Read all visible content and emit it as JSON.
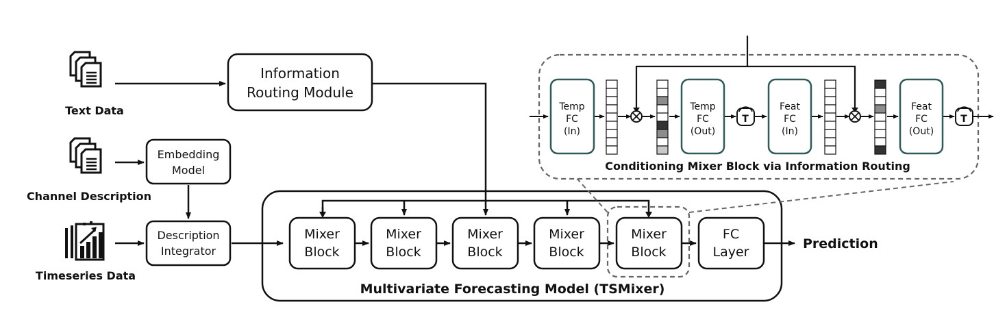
{
  "inputs": {
    "text_data": "Text Data",
    "channel_description": "Channel Description",
    "timeseries_data": "Timeseries Data"
  },
  "modules": {
    "info_routing": [
      "Information",
      "Routing Module"
    ],
    "embedding_model": [
      "Embedding",
      "Model"
    ],
    "description_integrator": [
      "Description",
      "Integrator"
    ]
  },
  "forecasting_model": {
    "title": "Multivariate Forecasting Model (TSMixer)",
    "mixer_block": [
      "Mixer",
      "Block"
    ],
    "fc_layer": [
      "FC",
      "Layer"
    ],
    "output": "Prediction"
  },
  "detail": {
    "title": "Conditioning Mixer Block via Information Routing",
    "temp_fc_in": [
      "Temp",
      "FC",
      "(In)"
    ],
    "temp_fc_out": [
      "Temp",
      "FC",
      "(Out)"
    ],
    "feat_fc_in": [
      "Feat",
      "FC",
      "(In)"
    ],
    "feat_fc_out": [
      "Feat",
      "FC",
      "(Out)"
    ],
    "multiply_symbol": "⊗",
    "transpose_symbol": "T"
  },
  "colors": {
    "line": "#111111",
    "detail_box_border": "#2f5a5a",
    "dashed": "#666666",
    "cell_dark": "#333333",
    "cell_mid": "#8c8c8c",
    "cell_light": "#c8c8c8"
  },
  "vectors": {
    "v1": [
      "#ffffff",
      "#ffffff",
      "#ffffff",
      "#ffffff",
      "#ffffff",
      "#ffffff",
      "#ffffff",
      "#ffffff",
      "#ffffff"
    ],
    "v2": [
      "#ffffff",
      "#ffffff",
      "#8c8c8c",
      "#ffffff",
      "#ffffff",
      "#333333",
      "#8c8c8c",
      "#ffffff",
      "#c8c8c8"
    ],
    "v3": [
      "#ffffff",
      "#ffffff",
      "#ffffff",
      "#ffffff",
      "#ffffff",
      "#ffffff",
      "#ffffff",
      "#ffffff",
      "#ffffff"
    ],
    "v4": [
      "#333333",
      "#ffffff",
      "#ffffff",
      "#8c8c8c",
      "#ffffff",
      "#ffffff",
      "#ffffff",
      "#ffffff",
      "#333333"
    ]
  }
}
